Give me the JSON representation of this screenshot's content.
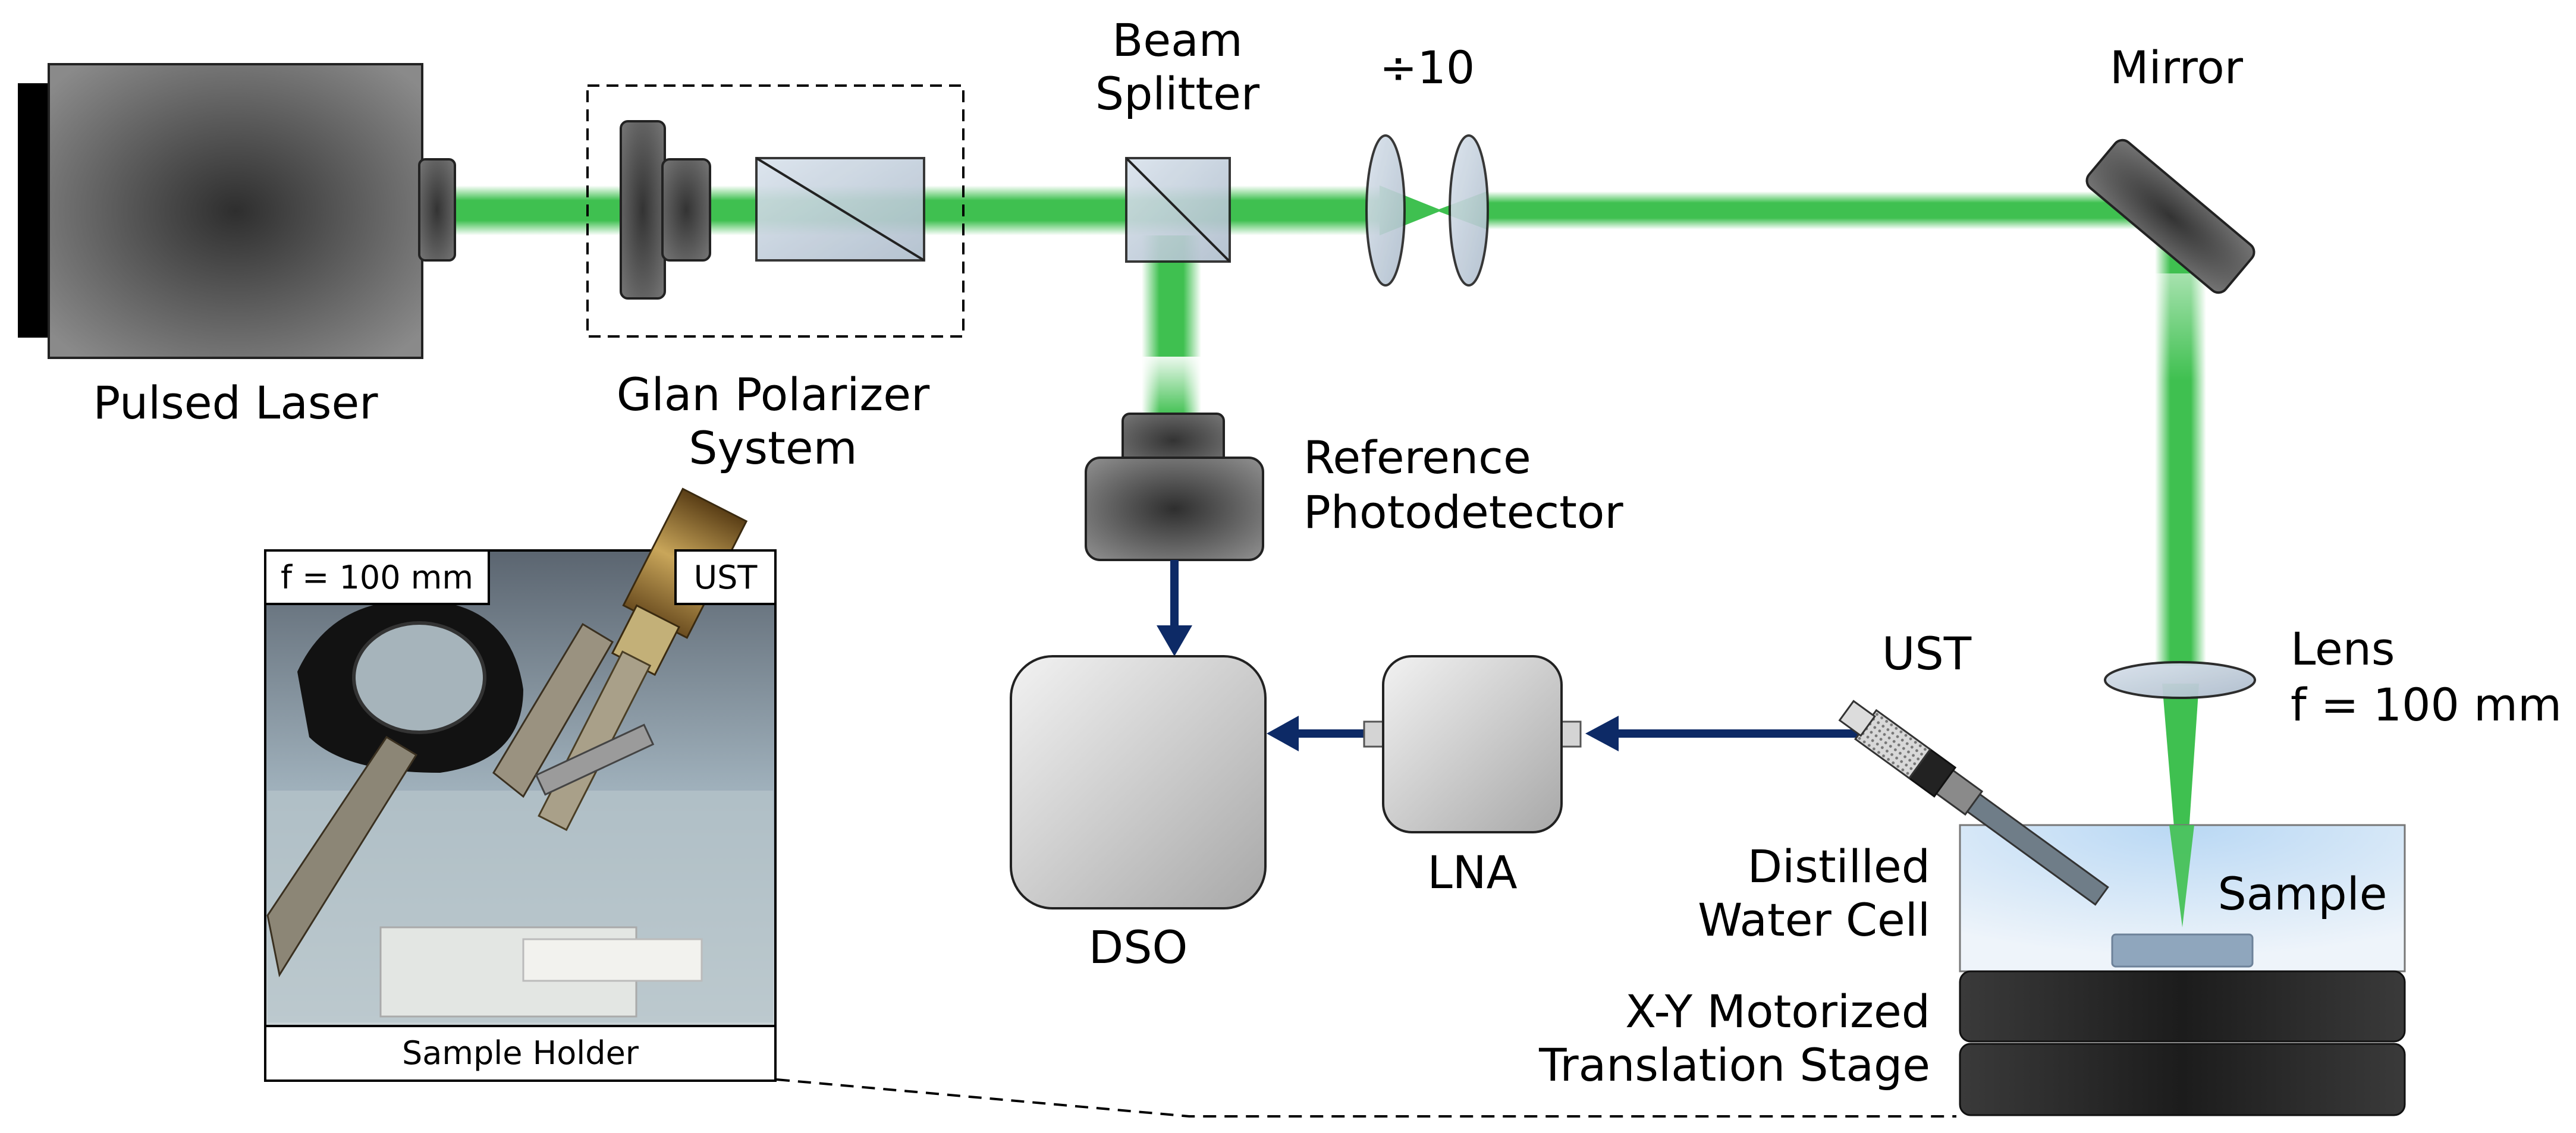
{
  "labels": {
    "pulsed_laser": "Pulsed Laser",
    "glan_line1": "Glan Polarizer",
    "glan_line2": "System",
    "beam_line1": "Beam",
    "beam_line2": "Splitter",
    "divide": "÷10",
    "mirror": "Mirror",
    "ref_line1": "Reference",
    "ref_line2": "Photodetector",
    "dso": "DSO",
    "lna": "LNA",
    "ust": "UST",
    "lens_line1": "Lens",
    "lens_line2": "f = 100 mm",
    "water_line1": "Distilled",
    "water_line2": "Water Cell",
    "sample": "Sample",
    "stage_line1": "X-Y Motorized",
    "stage_line2": "Translation Stage"
  },
  "photo": {
    "tag_left": "f = 100 mm",
    "tag_right": "UST",
    "caption": "Sample Holder"
  },
  "colors": {
    "beam": "#3fc050",
    "signal": "#0d2a66",
    "device_dark": "#4a4a4a",
    "device_light": "#cfcfcf"
  }
}
